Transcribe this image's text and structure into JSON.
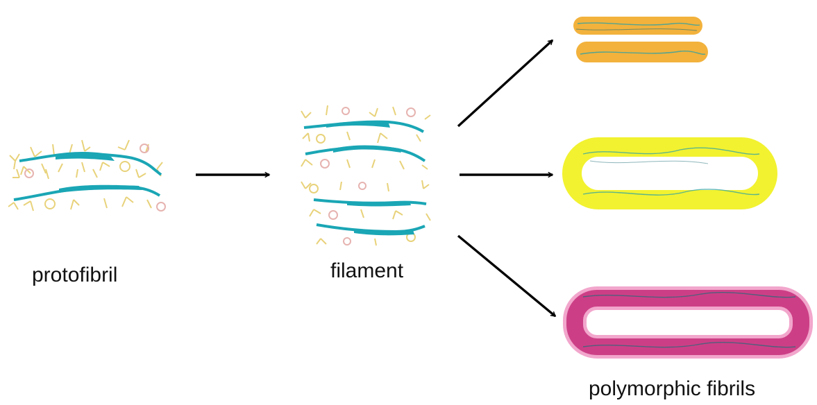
{
  "labels": {
    "protofibril": "protofibril",
    "filament": "filament",
    "polymorphic_fibrils": "polymorphic fibrils"
  },
  "colors": {
    "strand": "#1aa6b5",
    "strand_dark": "#0e7f8c",
    "sidechain_yellow": "#e8d27a",
    "sidechain_pink": "#e6b3b0",
    "fibril_orange": "#f2b23c",
    "fibril_yellow": "#f2f230",
    "fibril_magenta": "#cc3f86",
    "fibril_magenta_rim": "#f2a6cc",
    "arrow": "#000000",
    "text": "#111111"
  },
  "stages": [
    "protofibril",
    "filament",
    "polymorphic fibrils"
  ]
}
